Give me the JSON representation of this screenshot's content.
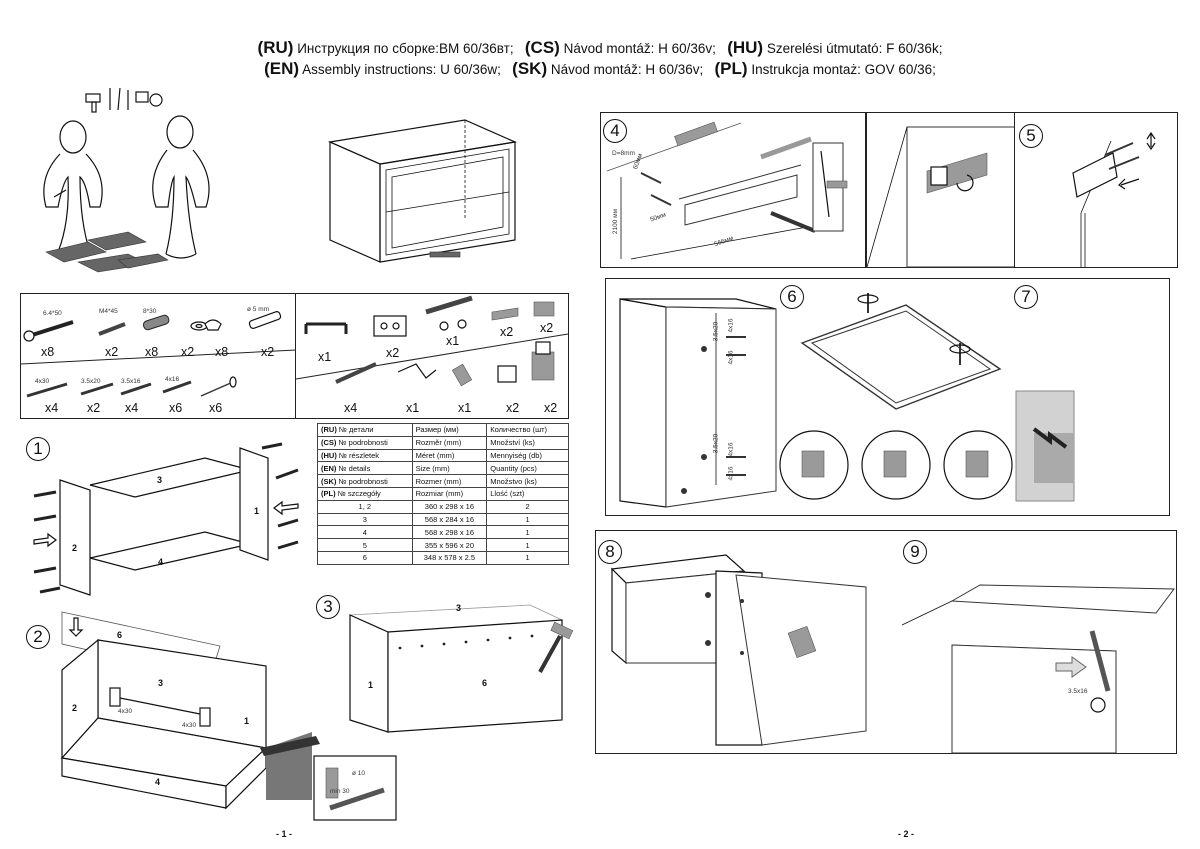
{
  "header": {
    "line1": [
      {
        "code": "(RU)",
        "text": "Инструкция по сборке:ВМ 60/36вт;"
      },
      {
        "code": "(CS)",
        "text": "Návod montáž: H 60/36v;"
      },
      {
        "code": "(HU)",
        "text": "Szerelési útmutató: F 60/36k;"
      }
    ],
    "line2": [
      {
        "code": "(EN)",
        "text": "Assembly instructions: U 60/36w;"
      },
      {
        "code": "(SK)",
        "text": "Návod montáž: H 60/36v;"
      },
      {
        "code": "(PL)",
        "text": "Instrukcja montaż: GOV 60/36;"
      }
    ]
  },
  "hardware_left": {
    "top_row": [
      {
        "label": "6.4*50",
        "qty": "x8"
      },
      {
        "label": "M4*45",
        "qty": "x2"
      },
      {
        "label": "8*30",
        "qty": "x8"
      },
      {
        "label": "",
        "qty": "x2"
      },
      {
        "label": "",
        "qty": "x8"
      },
      {
        "label": "ø 5 mm",
        "qty": "x2"
      }
    ],
    "bottom_row": [
      {
        "label": "4x30",
        "qty": "x4"
      },
      {
        "label": "3.5x20",
        "qty": "x2"
      },
      {
        "label": "3.5x16",
        "qty": "x4"
      },
      {
        "label": "4x16",
        "qty": "x6"
      },
      {
        "label": "",
        "qty": "x6"
      }
    ]
  },
  "hardware_right": {
    "top_row": [
      "x1",
      "x2",
      "x1",
      "x2",
      "x2"
    ],
    "bottom_row": [
      "x4",
      "x1",
      "x1",
      "x2",
      "x2"
    ]
  },
  "parts_table": {
    "header_rows": [
      {
        "code": "(RU)",
        "name": "№ детали",
        "size": "Размер  (мм)",
        "qty": "Количество (шт)"
      },
      {
        "code": "(CS)",
        "name": "№ podrobnosti",
        "size": "Rozměr (mm)",
        "qty": "Množství (ks)"
      },
      {
        "code": "(HU)",
        "name": "№ részletek",
        "size": "Méret (mm)",
        "qty": "Mennyiség (db)"
      },
      {
        "code": "(EN)",
        "name": "№ details",
        "size": "Size (mm)",
        "qty": "Quantity  (pcs)"
      },
      {
        "code": "(SK)",
        "name": "№ podrobnosti",
        "size": "Rozmer (mm)",
        "qty": "Množstvo (ks)"
      },
      {
        "code": "(PL)",
        "name": "№ szczegóły",
        "size": "Rozmiar (mm)",
        "qty": "Llość (szt)"
      }
    ],
    "rows": [
      {
        "part": "1, 2",
        "size": "360 x 298 x 16",
        "qty": "2"
      },
      {
        "part": "3",
        "size": "568 x 284 x 16",
        "qty": "1"
      },
      {
        "part": "4",
        "size": "568 x 298 x 16",
        "qty": "1"
      },
      {
        "part": "5",
        "size": "355 x 596 x 20",
        "qty": "1"
      },
      {
        "part": "6",
        "size": "348 x 578 x 2.5",
        "qty": "1"
      }
    ]
  },
  "steps": {
    "s1": "1",
    "s2": "2",
    "s3": "3",
    "s4": "4",
    "s5": "5",
    "s6": "6",
    "s7": "7",
    "s8": "8",
    "s9": "9"
  },
  "step1": {
    "p1": "1",
    "p2": "2",
    "p3": "3",
    "p4": "4"
  },
  "step2": {
    "p1": "1",
    "p2": "2",
    "p3": "3",
    "p4": "4",
    "p6": "6",
    "l1": "4x30",
    "l2": "4x30",
    "d10": "ø 10",
    "d30": "min 30"
  },
  "step3": {
    "p1": "1",
    "p3": "3",
    "p6": "6"
  },
  "step4": {
    "d8": "D=8mm",
    "l60": "60мм",
    "l50": "50мм",
    "h2100": "2100 мм",
    "w566": "566мм"
  },
  "step6": {
    "s1": "3.5x20",
    "s2": "4x16",
    "s3": "4x16",
    "s4": "3.5x20",
    "s5": "4x16",
    "s6": "4x16"
  },
  "step9": {
    "s1": "3.5x16"
  },
  "pages": {
    "p1": "- 1 -",
    "p2": "- 2 -"
  }
}
